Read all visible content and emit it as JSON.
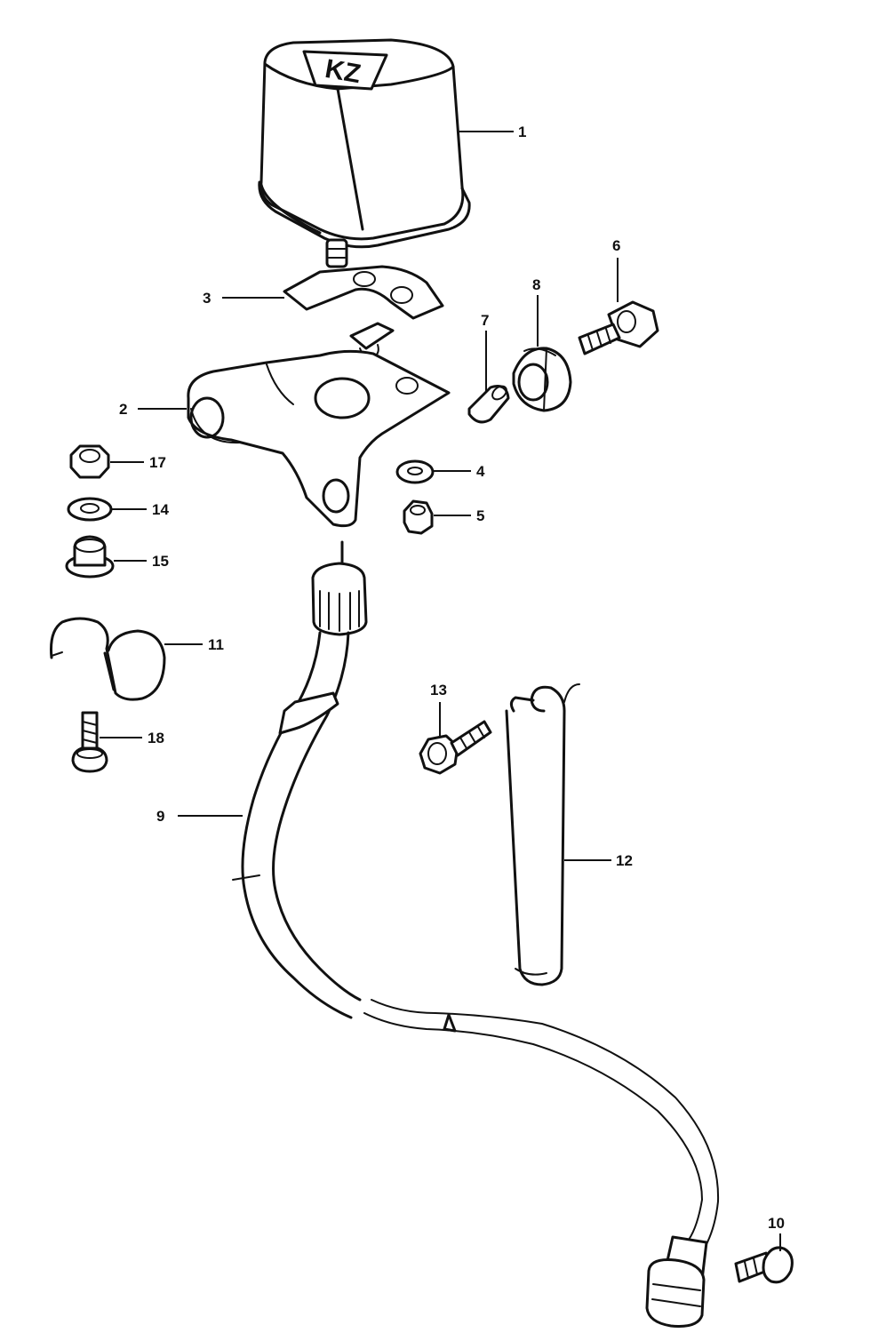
{
  "diagram": {
    "type": "exploded-parts-view",
    "housing_stamp": "KZ",
    "callouts": [
      {
        "id": "1",
        "label": "1"
      },
      {
        "id": "2",
        "label": "2"
      },
      {
        "id": "3",
        "label": "3"
      },
      {
        "id": "4",
        "label": "4"
      },
      {
        "id": "5",
        "label": "5"
      },
      {
        "id": "6",
        "label": "6"
      },
      {
        "id": "7",
        "label": "7"
      },
      {
        "id": "8",
        "label": "8"
      },
      {
        "id": "9",
        "label": "9"
      },
      {
        "id": "10",
        "label": "10"
      },
      {
        "id": "11",
        "label": "11"
      },
      {
        "id": "12",
        "label": "12"
      },
      {
        "id": "13",
        "label": "13"
      },
      {
        "id": "14",
        "label": "14"
      },
      {
        "id": "15",
        "label": "15"
      },
      {
        "id": "17",
        "label": "17"
      },
      {
        "id": "18",
        "label": "18"
      }
    ]
  },
  "colors": {
    "line": "#111111",
    "background": "#ffffff"
  }
}
